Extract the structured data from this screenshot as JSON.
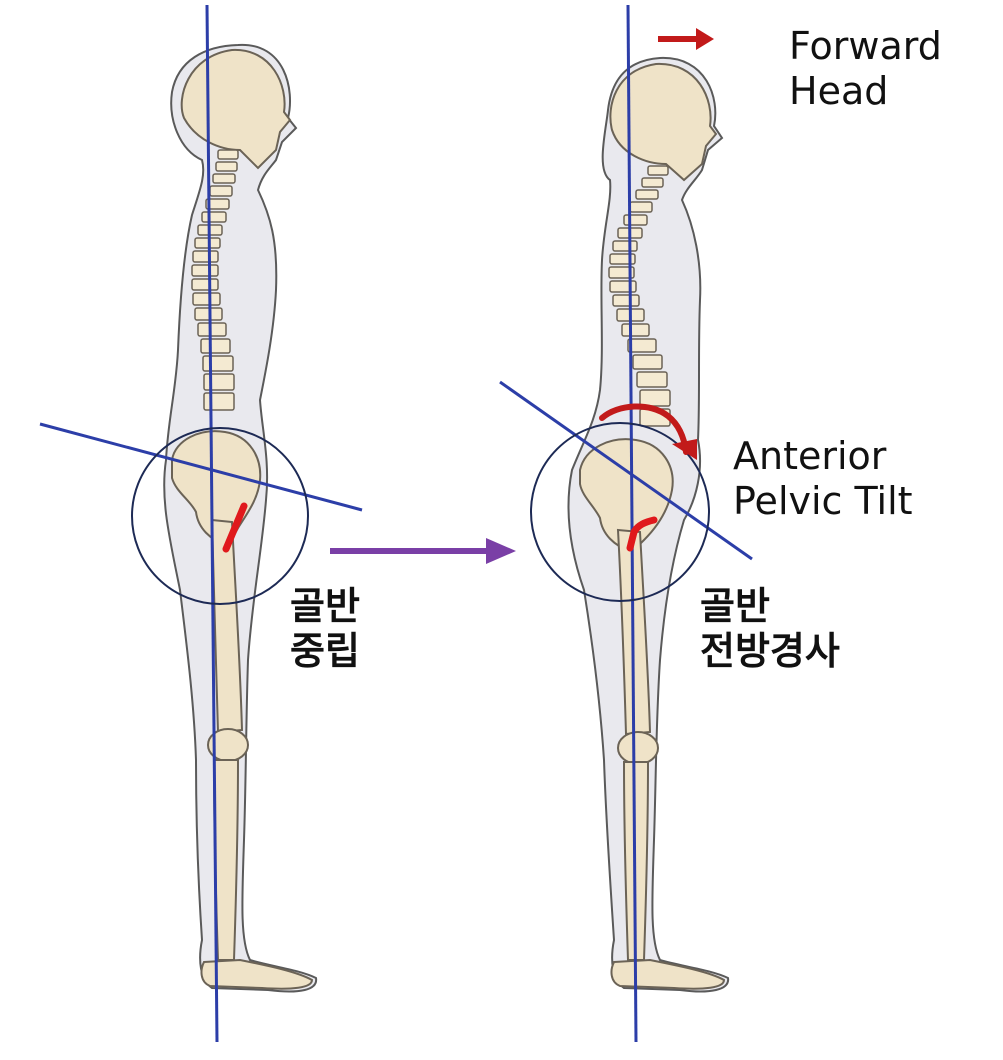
{
  "labels": {
    "forward_head": "Forward\nHead",
    "anterior_pelvic_tilt": "Anterior\nPelvic Tilt",
    "pelvis_neutral": "골반\n중립",
    "pelvis_anterior_tilt": "골반\n전방경사"
  },
  "colors": {
    "background": "#ffffff",
    "body_fill": "#e9e9ee",
    "body_outline": "#5a5a5a",
    "bone_fill": "#efe3c8",
    "bone_outline": "#6b6356",
    "plumb_line": "#2c3ea8",
    "circle_outline": "#1d2a55",
    "red_marker": "#e0191c",
    "arrow_red": "#c21a1a",
    "transition_arrow": "#7a3fa6"
  },
  "icons": {
    "forward_head_arrow": "arrow-right-icon",
    "pelvic_rotation_arrow": "curved-arrow-icon",
    "transition_arrow": "arrow-right-icon"
  }
}
